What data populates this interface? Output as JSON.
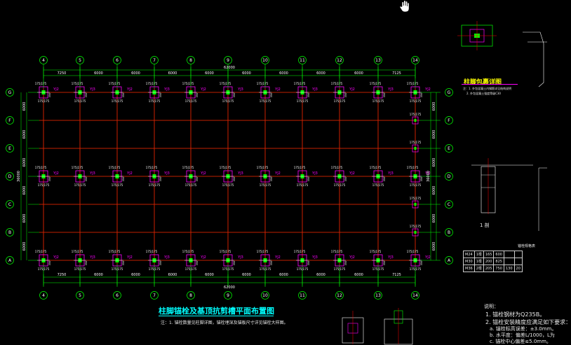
{
  "drawing": {
    "title": "柱脚锚栓及基顶抗剪槽平面布置图",
    "note": "注：1. 锚栓数量见柱脚详图，锚栓埋深及锚板尺寸详见锚栓大样图。",
    "grid_columns": [
      "4",
      "5",
      "6",
      "7",
      "8",
      "9",
      "10",
      "11",
      "12",
      "13",
      "14"
    ],
    "grid_rows": [
      "G",
      "F",
      "E",
      "D",
      "C",
      "B",
      "A"
    ],
    "top_spacing": [
      "7250",
      "6000",
      "6000",
      "6000",
      "6000",
      "6000",
      "6000",
      "6000",
      "6000",
      "7125"
    ],
    "overall_length": "62000",
    "side_spacing": [
      "6000",
      "6000",
      "6000",
      "6000",
      "6000",
      "6000"
    ],
    "overall_width": "36000",
    "column_tag_a": "YJ2",
    "column_tag_b": "YJ3",
    "dim_small": "175|175",
    "colors": {
      "grid": "#00ff00",
      "column_line": "#ff0000",
      "text": "#ffffff",
      "title": "#00ffff",
      "tag": "#ff00ff"
    }
  },
  "detail": {
    "title": "柱脚包裹详图",
    "note_lines": [
      "注：1. 外包混凝土内钢筋详见结构说明",
      "2. 外包混凝土强度等级C30"
    ],
    "section_label": "1 剖"
  },
  "anchor_table": {
    "header": "锚栓规格表",
    "rows": [
      [
        "M24",
        "1根",
        "165",
        "600",
        "",
        ""
      ],
      [
        "M30",
        "1根",
        "200",
        "825",
        "",
        ""
      ],
      [
        "M36",
        "2根",
        "205",
        "750",
        "130",
        "20"
      ]
    ]
  },
  "notes": {
    "head": "说明：",
    "items": [
      "1. 锚栓钢材为Q235B。",
      "2. 锚栓安装精度应满足如下要求：",
      "a. 锚栓标高误差：±3.0mm。",
      "b. 水平度：偏差L/1000，L为",
      "c. 锚栓中心偏差≤5.0mm。"
    ]
  }
}
